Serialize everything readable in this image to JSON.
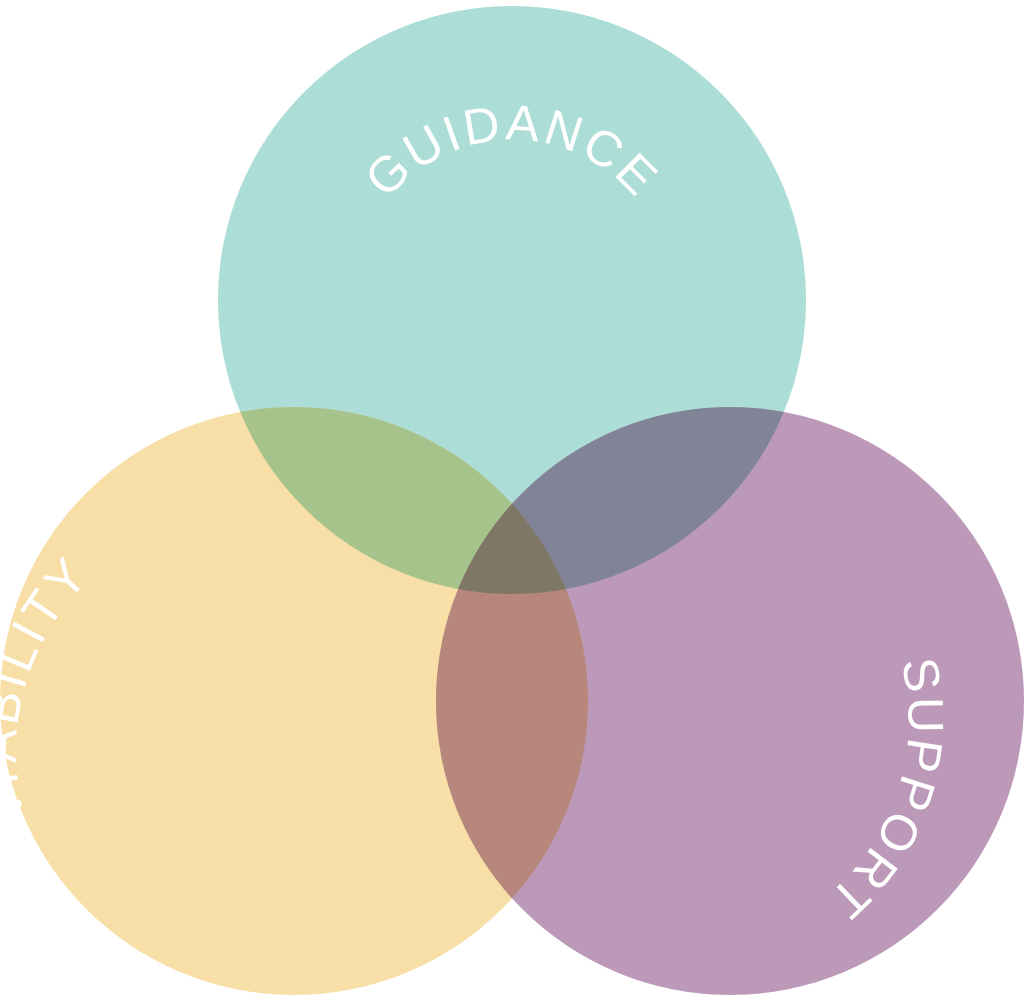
{
  "diagram": {
    "type": "venn",
    "circles": [
      {
        "id": "guidance",
        "label": "GUIDANCE",
        "color": "#acddd7"
      },
      {
        "id": "accountability",
        "label": "ACCOUNTABILITY",
        "color": "#f7dfa7"
      },
      {
        "id": "support",
        "label": "SUPPORT",
        "color": "#bc99b9"
      }
    ],
    "overlap_colors": {
      "guidance_accountability": "#a7c38c",
      "guidance_support": "#818497",
      "accountability_support": "#b6877a",
      "all_three": "#7f7766"
    }
  }
}
